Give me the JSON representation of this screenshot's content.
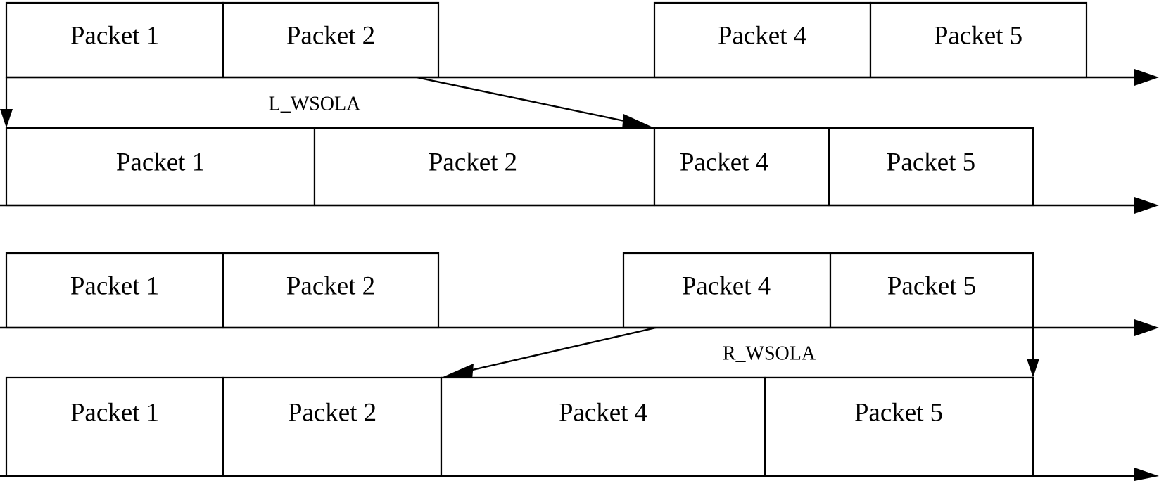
{
  "diagram": {
    "title": "WSOLA packet timeline diagram",
    "background_color": "#ffffff",
    "line_color": "#000000",
    "labels": {
      "l_wsola": "L_WSOLA",
      "r_wsola": "R_WSOLA"
    },
    "rows": [
      {
        "id": "row-1-original-left",
        "role": "original-stream-top",
        "boxes": [
          {
            "label": "Packet 1"
          },
          {
            "label": "Packet 2"
          },
          {
            "label": "Packet 4"
          },
          {
            "label": "Packet 5"
          }
        ]
      },
      {
        "id": "row-2-lwsola-result",
        "role": "stretched-stream-left",
        "boxes": [
          {
            "label": "Packet 1"
          },
          {
            "label": "Packet 2"
          },
          {
            "label": "Packet 4"
          },
          {
            "label": "Packet 5"
          }
        ]
      },
      {
        "id": "row-3-original-right",
        "role": "original-stream-bottom",
        "boxes": [
          {
            "label": "Packet 1"
          },
          {
            "label": "Packet 2"
          },
          {
            "label": "Packet 4"
          },
          {
            "label": "Packet 5"
          }
        ]
      },
      {
        "id": "row-4-rwsola-result",
        "role": "stretched-stream-right",
        "boxes": [
          {
            "label": "Packet 1"
          },
          {
            "label": "Packet 2"
          },
          {
            "label": "Packet 4"
          },
          {
            "label": "Packet 5"
          }
        ]
      }
    ]
  }
}
